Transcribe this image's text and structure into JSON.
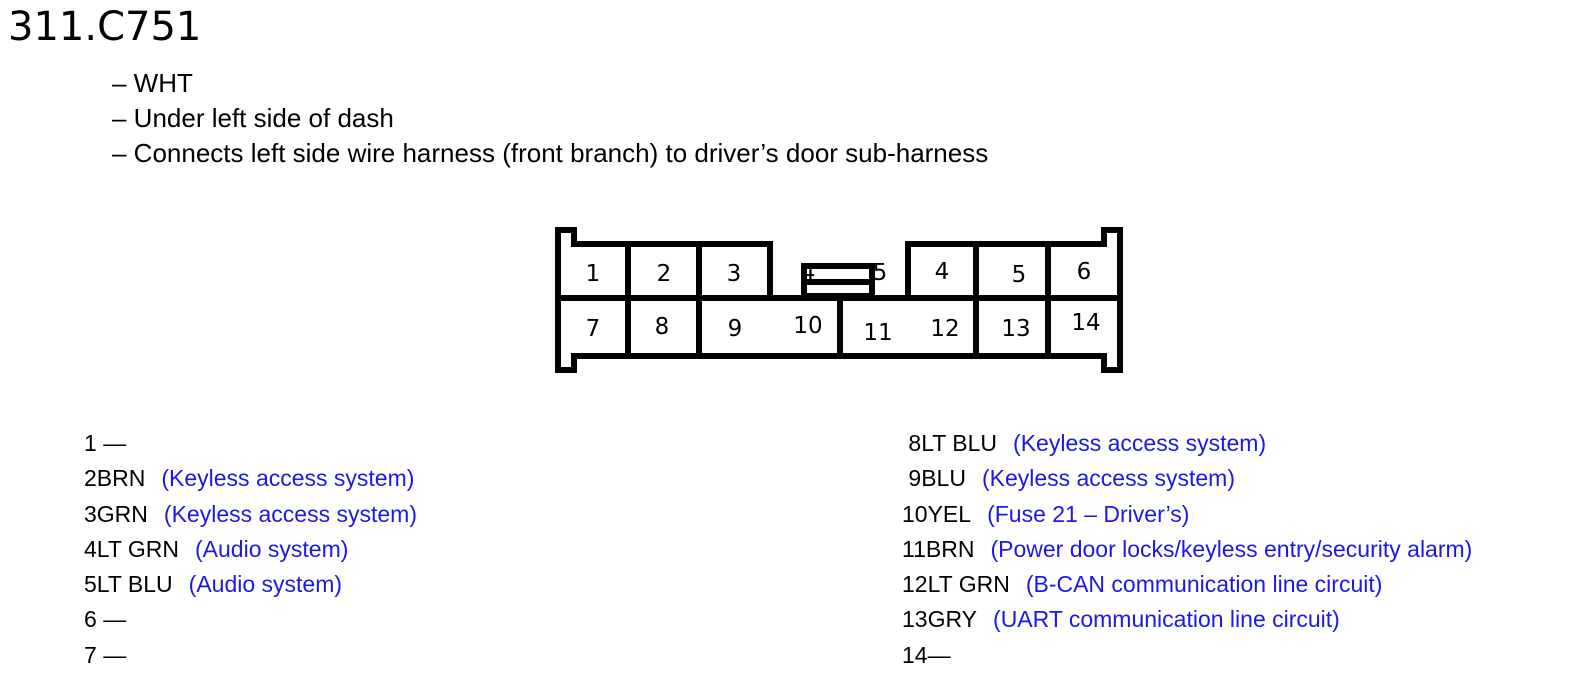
{
  "connector_id": "311.C751",
  "notes": [
    "– WHT",
    "– Under left side of dash",
    "– Connects left side wire harness (front branch) to driver’s door sub-harness"
  ],
  "connector_face": {
    "pin_labels_top": [
      "1",
      "2",
      "3",
      "4",
      "5",
      "4",
      "5",
      "6"
    ],
    "pin_labels_bottom": [
      "7",
      "8",
      "9",
      "10",
      "11",
      "12",
      "13",
      "14"
    ]
  },
  "pins_left": [
    {
      "pin": "1",
      "color": "—",
      "circuit": ""
    },
    {
      "pin": "2",
      "color": "BRN",
      "circuit": "(Keyless access system)"
    },
    {
      "pin": "3",
      "color": "GRN",
      "circuit": "(Keyless access system)"
    },
    {
      "pin": "4",
      "color": "LT GRN",
      "circuit": "(Audio system)"
    },
    {
      "pin": "5",
      "color": "LT BLU",
      "circuit": "(Audio system)"
    },
    {
      "pin": "6",
      "color": "—",
      "circuit": ""
    },
    {
      "pin": "7",
      "color": "—",
      "circuit": ""
    }
  ],
  "pins_right": [
    {
      "pin": " 8",
      "color": "LT BLU",
      "circuit": "(Keyless access system)"
    },
    {
      "pin": " 9",
      "color": "BLU",
      "circuit": "(Keyless access system)"
    },
    {
      "pin": "10",
      "color": "YEL",
      "circuit": "(Fuse 21 – Driver’s)"
    },
    {
      "pin": "11",
      "color": "BRN",
      "circuit": "(Power door locks/keyless entry/security alarm)"
    },
    {
      "pin": "12",
      "color": "LT GRN",
      "circuit": "(B-CAN communication line circuit)"
    },
    {
      "pin": "13",
      "color": "GRY",
      "circuit": "(UART communication line circuit)"
    },
    {
      "pin": "14",
      "color": "—",
      "circuit": ""
    }
  ],
  "colors": {
    "circuit_text": "#1a1ae6",
    "line": "#000000"
  }
}
